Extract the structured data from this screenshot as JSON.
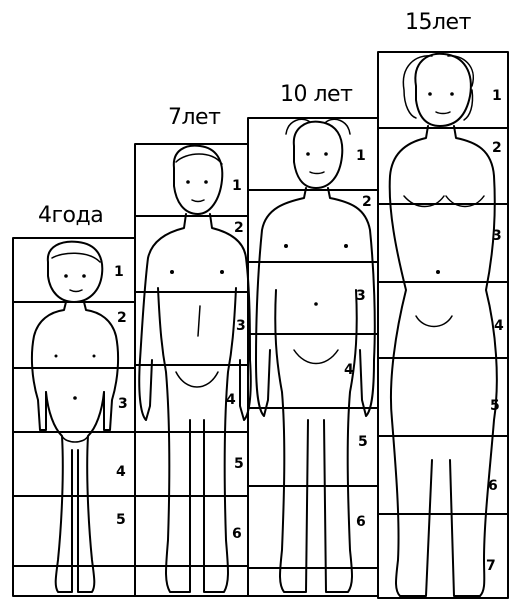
{
  "figures": [
    {
      "age_label": "4года",
      "head_units": [
        "1",
        "2",
        "3",
        "4",
        "5"
      ]
    },
    {
      "age_label": "7лет",
      "head_units": [
        "1",
        "2",
        "3",
        "4",
        "5",
        "6"
      ]
    },
    {
      "age_label": "10 лет",
      "head_units": [
        "1",
        "2",
        "3",
        "4",
        "5",
        "6"
      ]
    },
    {
      "age_label": "15лет",
      "head_units": [
        "1",
        "2",
        "3",
        "4",
        "5",
        "6",
        "7"
      ]
    }
  ],
  "colors": {
    "ink": "#000000",
    "paper": "#ffffff"
  }
}
